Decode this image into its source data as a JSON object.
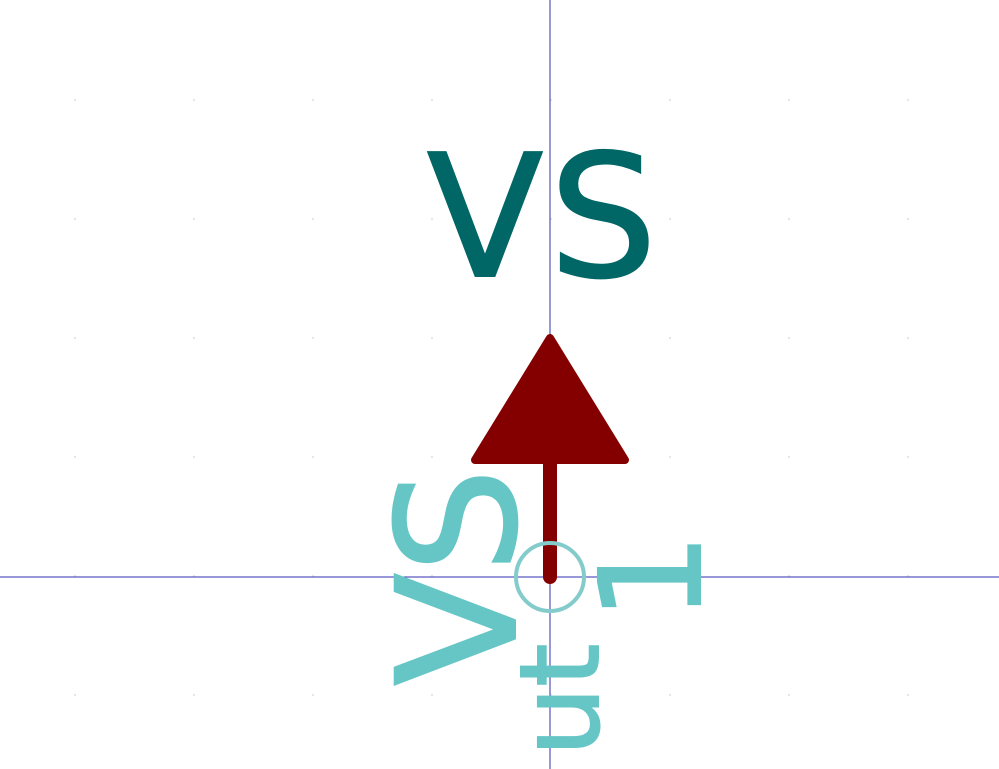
{
  "symbol": {
    "value_text": "VS",
    "pin_name_text": "VS",
    "pin_number_text": "1",
    "pin_type_text": "ut"
  },
  "colors": {
    "background": "#ffffff",
    "crosshair": "#3030b0",
    "grid_dot": "#e6e6e6",
    "value_text": "#006666",
    "body": "#840000",
    "pin_text": "#66c6c6",
    "pin_anchor": "#84cccc"
  }
}
